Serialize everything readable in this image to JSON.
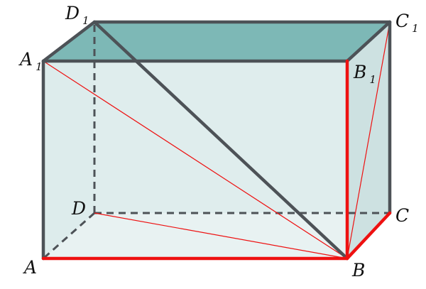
{
  "diagram": {
    "vertices": {
      "A": {
        "letter": "A",
        "sub": ""
      },
      "B": {
        "letter": "B",
        "sub": ""
      },
      "C": {
        "letter": "C",
        "sub": ""
      },
      "D": {
        "letter": "D",
        "sub": ""
      },
      "A1": {
        "letter": "A",
        "sub": "1"
      },
      "B1": {
        "letter": "B",
        "sub": "1"
      },
      "C1": {
        "letter": "C",
        "sub": "1"
      },
      "D1": {
        "letter": "D",
        "sub": "1"
      }
    },
    "colors": {
      "edge": "#4d5257",
      "highlight": "#ee1111",
      "top_face": "#7db8b6",
      "front_face": "#e0eeed",
      "side_face": "#cde1e1",
      "back_face": "#dcebea"
    }
  }
}
